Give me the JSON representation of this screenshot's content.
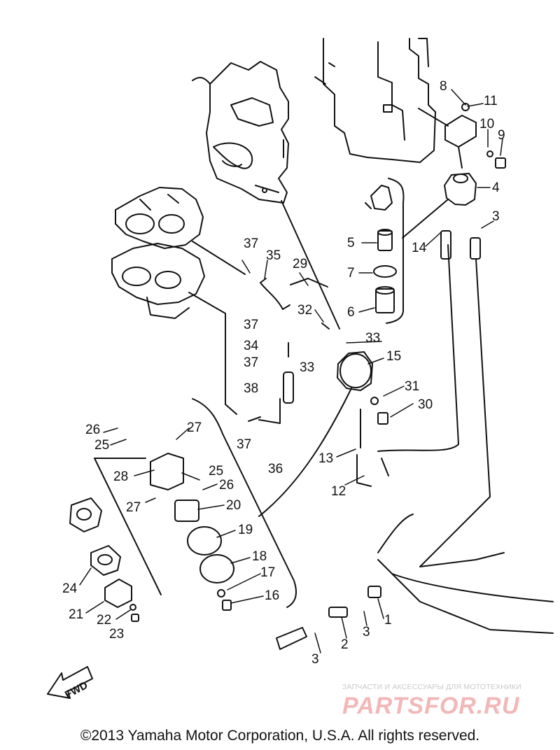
{
  "labels": {
    "p1": "1",
    "p2": "2",
    "p3a": "3",
    "p3b": "3",
    "p3c": "3",
    "p4": "4",
    "p5": "5",
    "p6": "6",
    "p7": "7",
    "p8": "8",
    "p9": "9",
    "p10": "10",
    "p11": "11",
    "p12": "12",
    "p13": "13",
    "p14": "14",
    "p15": "15",
    "p16": "16",
    "p17": "17",
    "p18": "18",
    "p19": "19",
    "p20": "20",
    "p21": "21",
    "p22": "22",
    "p23": "23",
    "p24": "24",
    "p25a": "25",
    "p25b": "25",
    "p26a": "26",
    "p26b": "26",
    "p27a": "27",
    "p27b": "27",
    "p28": "28",
    "p29": "29",
    "p30": "30",
    "p31": "31",
    "p32": "32",
    "p33a": "33",
    "p33b": "33",
    "p34": "34",
    "p35": "35",
    "p36": "36",
    "p37a": "37",
    "p37b": "37",
    "p37c": "37",
    "p37d": "37",
    "p38": "38"
  },
  "fwd_arrow": "FWD",
  "watermark": {
    "top": "ЗАПЧАСТИ И АКСЕССУАРЫ ДЛЯ МОТОТЕХНИКИ",
    "logo": "PARTSFOR.RU"
  },
  "copyright": "©2013 Yamaha Motor Corporation, U.S.A. All rights reserved."
}
